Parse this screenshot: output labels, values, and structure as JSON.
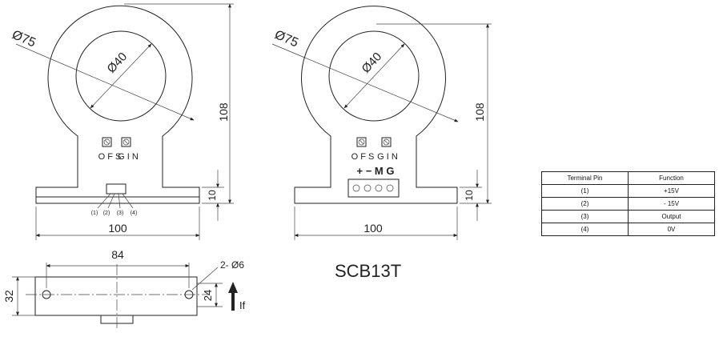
{
  "left_view": {
    "outer_diameter": "Ø75",
    "inner_diameter": "Ø40",
    "height": "108",
    "base_height": "10",
    "width": "100",
    "pots": [
      "O F S",
      "G I N"
    ],
    "pins": [
      "(1)",
      "(2)",
      "(3)",
      "(4)"
    ]
  },
  "right_view": {
    "outer_diameter": "Ø75",
    "inner_diameter": "Ø40",
    "height": "108",
    "base_height": "10",
    "width": "100",
    "pots": [
      "O F S",
      "G I N"
    ],
    "connector_label": "+ −  M G"
  },
  "bottom_view": {
    "hole_spacing": "84",
    "holes": "2- Ø6",
    "height": "32",
    "hole_height": "24",
    "current_label": "If"
  },
  "model_name": "SCB13T",
  "table": {
    "headers": [
      "Terminal Pin",
      "Function"
    ],
    "rows": [
      [
        "(1)",
        "+15V"
      ],
      [
        "(2)",
        "- 15V"
      ],
      [
        "(3)",
        "Output"
      ],
      [
        "(4)",
        "0V"
      ]
    ]
  }
}
